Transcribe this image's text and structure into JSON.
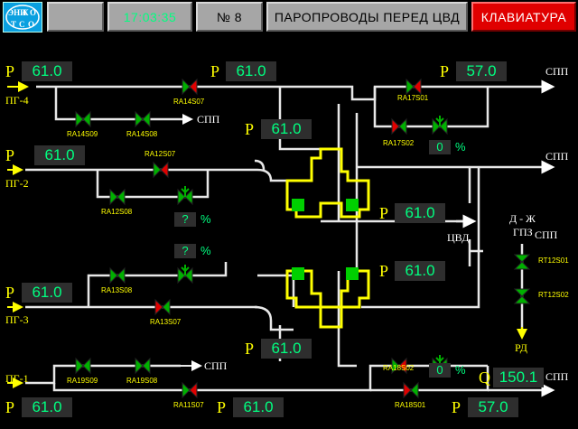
{
  "header": {
    "logo_text": "ЭНИКО ТСО",
    "blank": "",
    "time": "17:03:35",
    "number": "№ 8",
    "title": "ПАРОПРОВОДЫ ПЕРЕД ЦВД",
    "keyboard": "КЛАВИАТУРА"
  },
  "colors": {
    "background": "#000000",
    "pipe": "#e8e8e8",
    "label": "#ffff00",
    "value": "#00ff80",
    "valve_open": "#00b000",
    "valve_closed": "#e00000"
  },
  "labels": {
    "pg4": "ПГ-4",
    "pg2": "ПГ-2",
    "pg3": "ПГ-3",
    "pg1": "ПГ-1",
    "spp": "СПП",
    "cvd": "ЦВД",
    "dzh": "Д - Ж",
    "gpz": "ГПЗ",
    "rd": "РД",
    "p": "P",
    "q": "Q",
    "pct": "%"
  },
  "values": {
    "p_pg4": "61.0",
    "p_ra14s07": "61.0",
    "p_spp_top": "57.0",
    "p_mid_top": "61.0",
    "p_pg2": "61.0",
    "p_cvd_top": "61.0",
    "p_cvd_bot": "61.0",
    "p_pg3": "61.0",
    "p_mid_bot": "61.0",
    "p_pg1": "61.0",
    "p_ra11s07": "61.0",
    "p_bottom_right": "57.0",
    "q_bottom": "150.1",
    "pos_ra17s02": "0",
    "pos_ra12s08": "?",
    "pos_ra13s08": "?",
    "pos_ra18s02": "0"
  },
  "valves": {
    "ra14s07": "RA14S07",
    "ra14s09": "RA14S09",
    "ra14s08": "RA14S08",
    "ra17s01": "RA17S01",
    "ra17s02": "RA17S02",
    "ra12s07": "RA12S07",
    "ra12s08": "RA12S08",
    "ra13s08": "RA13S08",
    "ra13s07": "RA13S07",
    "ra19s09": "RA19S09",
    "ra19s08": "RA19S08",
    "ra18s02": "RA18S02",
    "ra18s01": "RA18S01",
    "ra11s07": "RA11S07",
    "rt12s01": "RT12S01",
    "rt12s02": "RT12S02"
  }
}
